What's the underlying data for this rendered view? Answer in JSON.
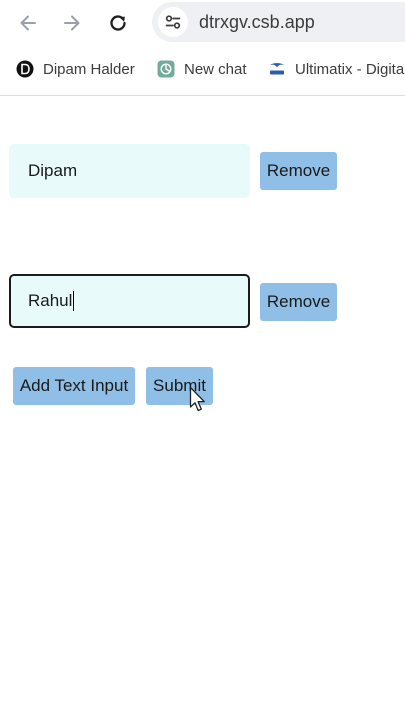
{
  "browser": {
    "url": "dtrxgv.csb.app",
    "icons": [
      "back-arrow-icon",
      "forward-arrow-icon",
      "reload-icon",
      "site-info-icon"
    ]
  },
  "bookmarks": [
    {
      "label": "Dipam Halder",
      "icon": "dipam-favicon"
    },
    {
      "label": "New chat",
      "icon": "chatgpt-favicon"
    },
    {
      "label": "Ultimatix - Digita",
      "icon": "tata-favicon"
    }
  ],
  "form": {
    "inputs": [
      {
        "value": "Dipam"
      },
      {
        "value": "Rahul"
      }
    ],
    "remove_label": "Remove",
    "add_label": "Add Text Input",
    "submit_label": "Submit"
  },
  "colors": {
    "button_bg": "#8fbfe6",
    "input_bg": "#e8fafa",
    "focus_border": "#1c1c1c"
  }
}
